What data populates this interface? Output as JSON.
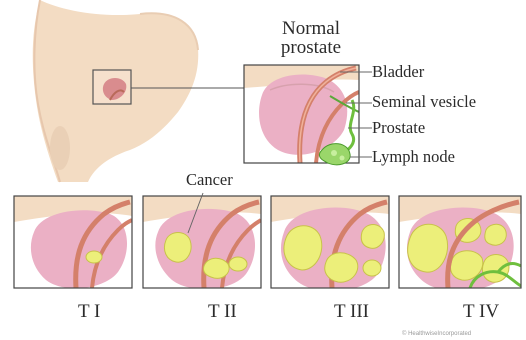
{
  "title": {
    "line1": "Normal",
    "line2": "prostate"
  },
  "labels": {
    "bladder": "Bladder",
    "seminal_vesicle": "Seminal vesicle",
    "prostate": "Prostate",
    "lymph_node": "Lymph node",
    "cancer": "Cancer"
  },
  "stages": [
    "T I",
    "T II",
    "T III",
    "T IV"
  ],
  "credit": "© HealthwiseIncorporated",
  "colors": {
    "skin": "#f3dcc3",
    "bladder": "#e8a3b7",
    "prostate": "#ebb0c5",
    "tumor": "#ecef7a",
    "lymph": "#9ad66a",
    "vessel": "#d4806a",
    "frame": "#444444"
  }
}
